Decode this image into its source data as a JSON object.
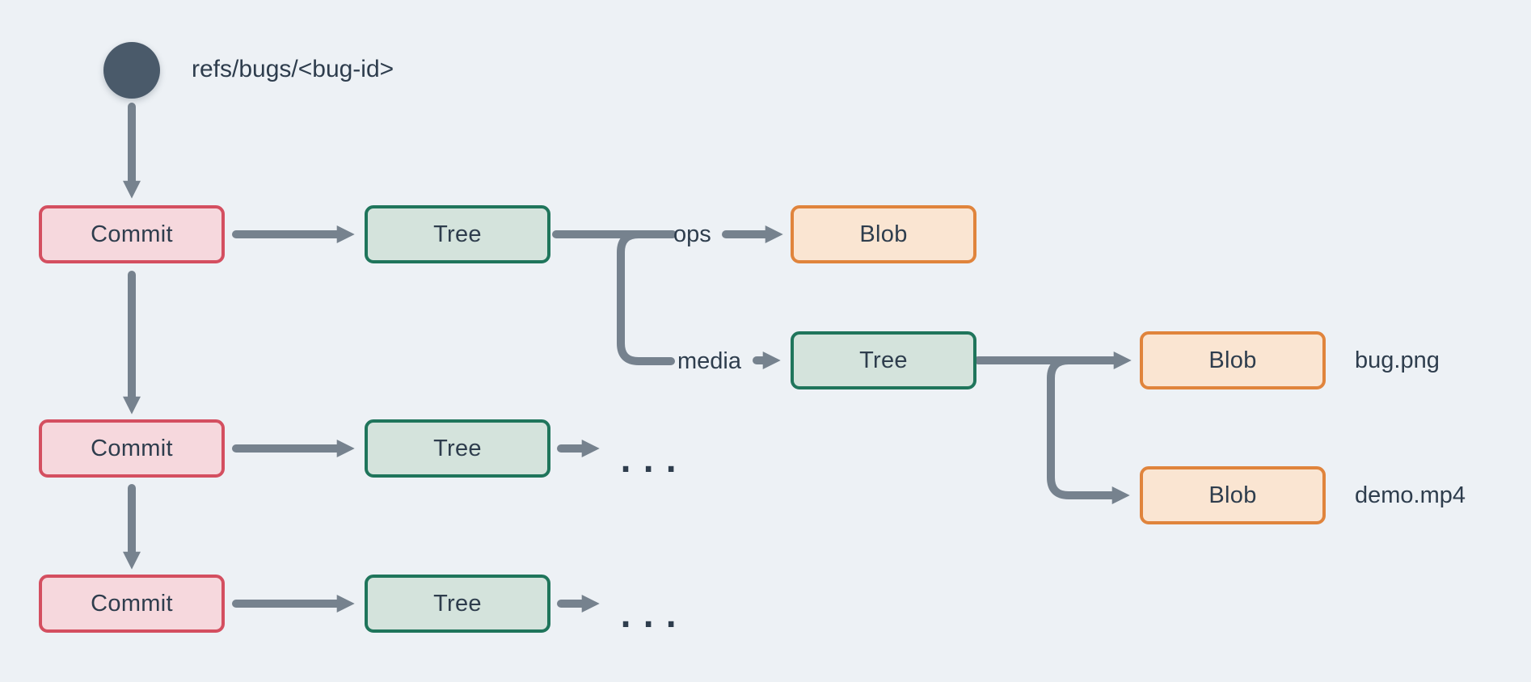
{
  "diagram": {
    "title_ref": {
      "label": "refs/bugs/<bug-id>"
    },
    "nodes": {
      "commit1": "Commit",
      "commit2": "Commit",
      "commit3": "Commit",
      "tree1": "Tree",
      "tree_media": "Tree",
      "tree_row2": "Tree",
      "tree_row3": "Tree",
      "blob_ops": "Blob",
      "blob_bug": "Blob",
      "blob_demo": "Blob"
    },
    "edge_labels": {
      "ops": "ops",
      "media": "media"
    },
    "file_labels": {
      "bug_png": "bug.png",
      "demo_mp4": "demo.mp4"
    },
    "ellipsis_row2": "...",
    "ellipsis_row3": "...",
    "colors": {
      "background": "#edf1f5",
      "connector": "#76828e",
      "ref_circle": "#4a5a6a",
      "text": "#2e3d4d",
      "commit_fill": "#f6d8dd",
      "commit_border": "#d44f60",
      "tree_fill": "#d4e3dc",
      "tree_border": "#1f755b",
      "blob_fill": "#fae5d2",
      "blob_border": "#e0843c"
    }
  }
}
